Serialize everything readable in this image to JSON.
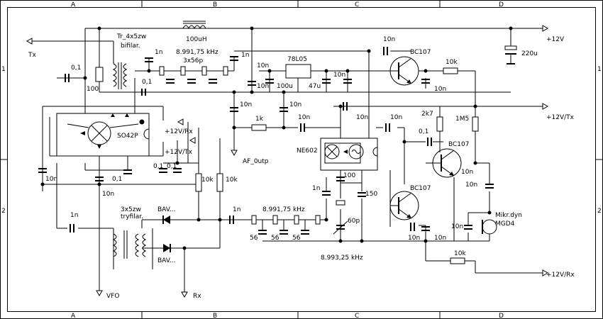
{
  "frame": {
    "columns": [
      "A",
      "B",
      "C",
      "D"
    ],
    "rows": [
      "1",
      "2"
    ]
  },
  "labels": {
    "tx": "Tx",
    "tr_4x5zw": "Tr_4x5zw",
    "bifilar": "bifilar.",
    "l_100uh": "100uH",
    "plus12v": "+12V",
    "c_220u": "220u",
    "r_100": "100",
    "c_01_a": "0,1",
    "c_1n_a": "1n",
    "freq_top": "8.991,75 kHz",
    "xtal_top": "3x56p",
    "c_1n_b": "1n",
    "c_10n_top": "10n",
    "reg_78l05": "78L05",
    "c_10n_reg": "10n",
    "c_100u": "100u",
    "c_47u": "47u",
    "c_10n_47": "10n",
    "q_bc107_a": "BC107",
    "c_10n_q1": "10n",
    "r_10k_a": "10k",
    "c_10n_q1b": "10n",
    "c_01_b": "0,1",
    "c_10n_b": "10n",
    "c_10n_c": "10n",
    "r_1k": "1k",
    "c_10n_d": "10n",
    "ic_so42p": "SO42P",
    "plus12v_rx_a": "+12V/Rx",
    "plus12v_tx_a": "+12V/Tx",
    "c_01_c": "0,1",
    "c_01_d": "0,1",
    "c_01_e": "0,1",
    "c_10n_e": "10n",
    "c_10n_f": "10n",
    "af_outp": "AF_0utp",
    "ic_ne602": "NE602",
    "c_10n_g": "10n",
    "c_10n_h": "10n",
    "r_2k7": "2k7",
    "r_1m5": "1M5",
    "plus12v_tx_b": "+12V/Tx",
    "c_01_f": "0,1",
    "q_bc107_b": "BC107",
    "c_100": "100",
    "c_1n_c": "1n",
    "c_150": "150",
    "c_10n_i": "10n",
    "r_10k_b": "10k",
    "r_10k_c": "10k",
    "c_1n_d": "1n",
    "bav_a": "BAV...",
    "bav_b": "BAV...",
    "freq_mid": "8.991,75 kHz",
    "c_60p": "60p",
    "q_bc107_c": "BC107",
    "c_10n_j": "10n",
    "mic": "Mikr.dyn",
    "mic_type": "MGD4",
    "c_10n_k": "10n",
    "c_10n_l": "10n",
    "c_56_a": "56",
    "c_56_b": "56",
    "c_56_c": "56",
    "tryfilar_a": "3x5zw",
    "tryfilar_b": "tryfilar.",
    "freq_bottom": "8.993,25 kHz",
    "r_10k_d": "10k",
    "plus12v_rx_b": "+12V/Rx",
    "vfo": "VFO",
    "rx": "Rx"
  }
}
